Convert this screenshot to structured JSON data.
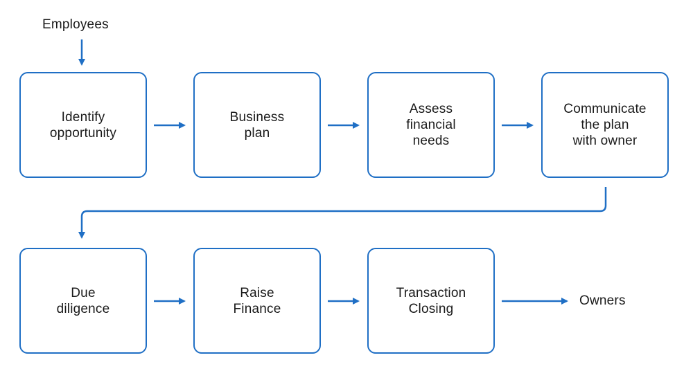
{
  "accent_color": "#1f6fc5",
  "diagram": {
    "input_label": "Employees",
    "output_label": "Owners",
    "steps": [
      {
        "label": "Identify\nopportunity"
      },
      {
        "label": "Business\nplan"
      },
      {
        "label": "Assess\nfinancial\nneeds"
      },
      {
        "label": "Communicate\nthe plan\nwith owner"
      },
      {
        "label": "Due\ndiligence"
      },
      {
        "label": "Raise\nFinance"
      },
      {
        "label": "Transaction\nClosing"
      }
    ]
  }
}
